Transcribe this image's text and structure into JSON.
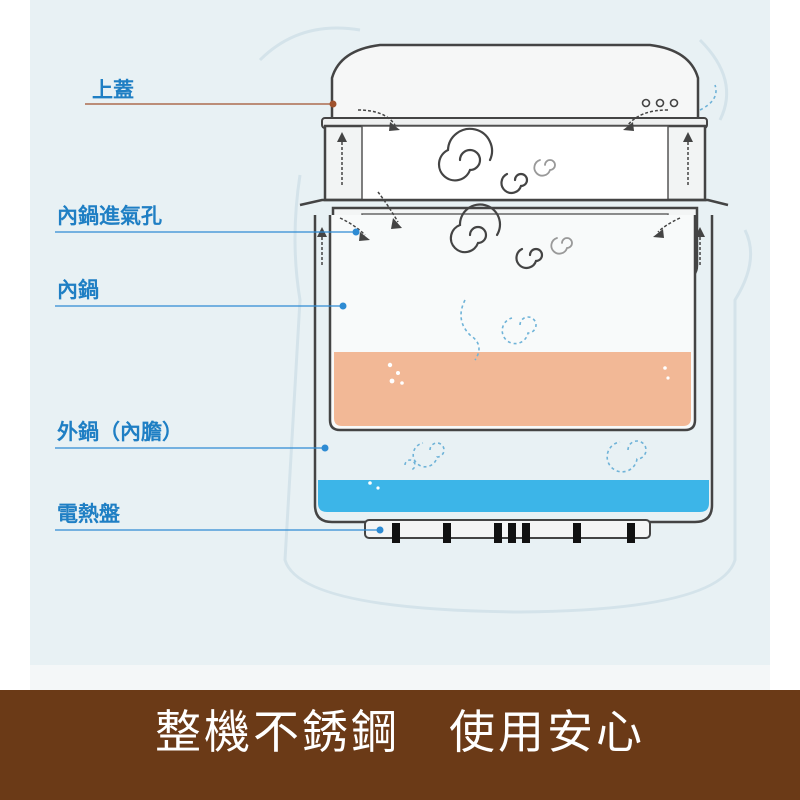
{
  "labels": {
    "lid": "上蓋",
    "steam_hole": "內鍋進氣孔",
    "inner_pot": "內鍋",
    "outer_pot": "外鍋（內膽）",
    "heating_plate": "電熱盤"
  },
  "footer": {
    "text": "整機不銹鋼　使用安心"
  },
  "colors": {
    "label_text": "#1f7fc4",
    "lid_leader": "#a0522d",
    "blue_leader": "#2e8bd3",
    "footer_bg": "#6b3a17",
    "food": "#f2b896",
    "water": "#3cb5e8",
    "outline": "#444444"
  }
}
